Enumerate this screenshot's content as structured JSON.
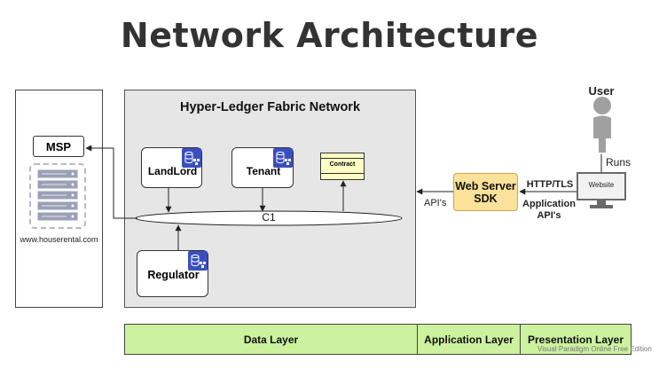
{
  "title": "Network Architecture",
  "server": {
    "msp_label": "MSP",
    "url": "www.houserental.com"
  },
  "fabric": {
    "title": "Hyper-Ledger Fabric Network"
  },
  "peers": {
    "landlord": "LandLord",
    "tenant": "Tenant",
    "regulator": "Regulator"
  },
  "contract": {
    "label": "Contract"
  },
  "channel": {
    "label": "C1"
  },
  "webserver": {
    "line1": "Web Server",
    "line2": "SDK"
  },
  "labels": {
    "apis": "API's",
    "http": "HTTP/TLS",
    "app_line1": "Application",
    "app_line2": "API's",
    "runs": "Runs"
  },
  "user": {
    "label": "User"
  },
  "website": {
    "label": "Website"
  },
  "layers": {
    "data": "Data Layer",
    "application": "Application Layer",
    "presentation": "Presentation Layer"
  },
  "watermark": "Visual Paradigm Online Free Edition",
  "colors": {
    "fabric_bg": "#e6e6e6",
    "layer_green": "#ccf19f",
    "webserver_yellow": "#fbe29a",
    "contract_yellow": "#ffffc2",
    "db_badge_blue": "#3a4fbf",
    "server_gray": "#9aa0b5",
    "user_gray": "#a0a0a0"
  }
}
